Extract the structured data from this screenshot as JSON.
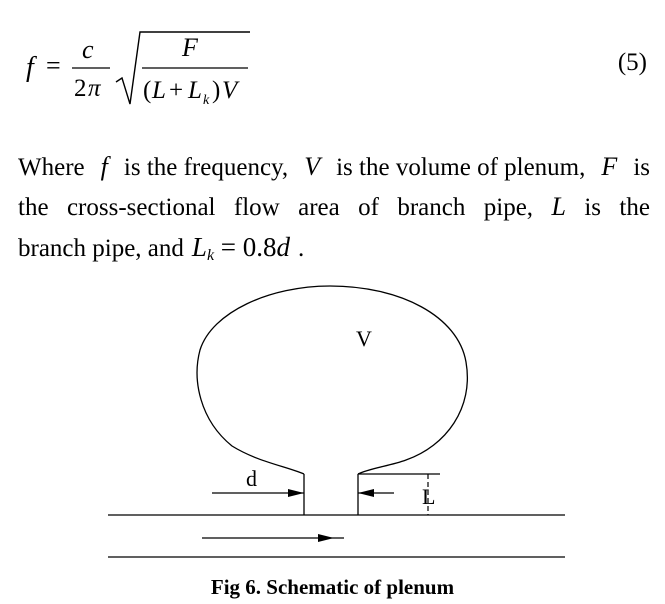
{
  "equation": {
    "lhs": "f",
    "equals": "=",
    "num_c": "c",
    "den_2": "2",
    "den_pi": "π",
    "rad_num": "F",
    "rad_den_open": "(",
    "rad_den_L": "L",
    "rad_den_plus": "+",
    "rad_den_Lk": "L",
    "rad_den_k": "k",
    "rad_den_close": ")",
    "rad_den_V": "V",
    "number": "(5)"
  },
  "paragraph": {
    "l1_where": "Where",
    "l1_f": "f",
    "l1_is_freq": "is the frequency,",
    "l1_V": "V",
    "l1_is_vol": "is the volume of plenum,",
    "l1_F": "F",
    "l1_is": "is",
    "l2_w1": "the",
    "l2_w2": "cross-sectional",
    "l2_w3": "flow",
    "l2_w4": "area",
    "l2_w5": "of",
    "l2_w6": "branch",
    "l2_w7": "pipe,",
    "l2_L": "L",
    "l2_w8": "is",
    "l2_w9": "the",
    "l3_text": "branch pipe, and",
    "l3_L": "L",
    "l3_k": "k",
    "l3_eq": "= 0.8",
    "l3_d": "d",
    "l3_dot": "."
  },
  "figure": {
    "label_V": "V",
    "label_d": "d",
    "label_L": "L",
    "caption": "Fig 6. Schematic of plenum"
  }
}
